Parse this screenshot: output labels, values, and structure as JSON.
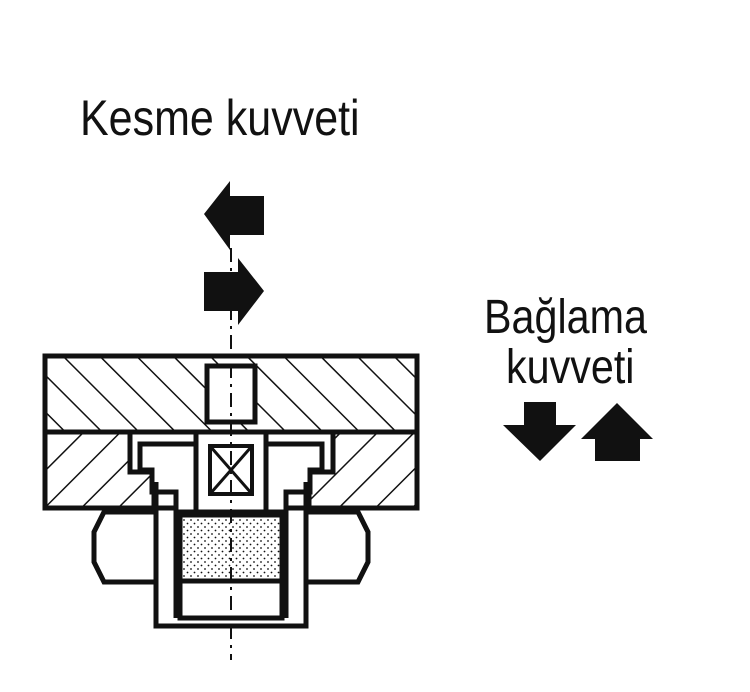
{
  "labels": {
    "shear_force": "Kesme kuvveti",
    "clamping_force_line1": "Bağlama",
    "clamping_force_line2": "kuvveti"
  },
  "colors": {
    "ink": "#111111",
    "paper": "#ffffff"
  },
  "icons": {
    "shear_arrows": [
      "arrow-left-icon",
      "arrow-right-icon"
    ],
    "clamping_arrows": [
      "arrow-down-icon",
      "arrow-up-icon"
    ]
  }
}
